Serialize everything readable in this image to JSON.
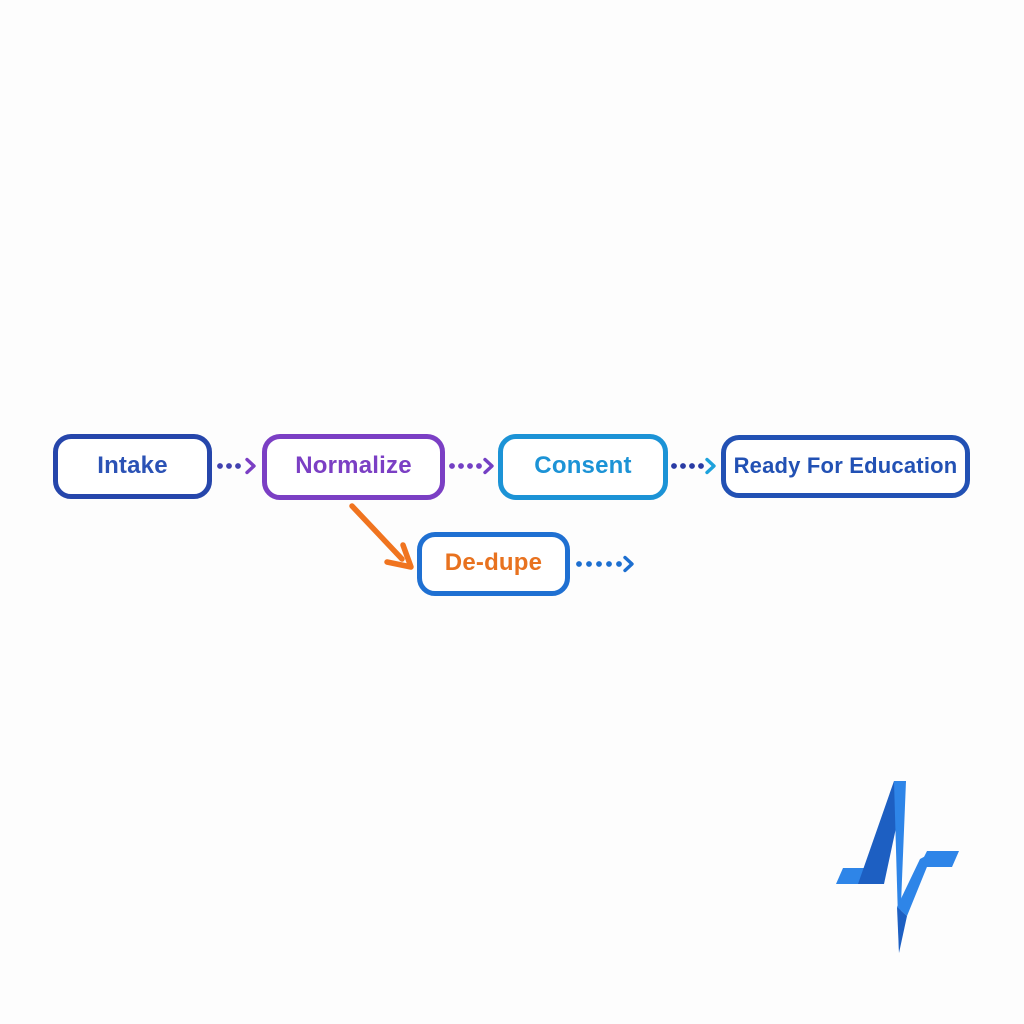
{
  "background": "#fdfdfd",
  "flow": {
    "nodes": [
      {
        "id": "intake",
        "label": "Intake",
        "border_color": "#2646ab",
        "text_color": "#2b52b5"
      },
      {
        "id": "normalize",
        "label": "Normalize",
        "border_color": "#7b3fc4",
        "text_color": "#7b3fc4"
      },
      {
        "id": "consent",
        "label": "Consent",
        "border_color": "#1c93d6",
        "text_color": "#1c93d6"
      },
      {
        "id": "ready-for-education",
        "label": "Ready For Education",
        "border_color": "#2251b4",
        "text_color": "#2251b4"
      },
      {
        "id": "de-dupe",
        "label": "De-dupe",
        "border_color": "#1f70d2",
        "text_color": "#e8721f"
      }
    ],
    "edges": [
      {
        "from": "intake",
        "to": "normalize",
        "style": "dotted-arrow",
        "dot_color": "#4242b0",
        "head_color": "#7b3fc4"
      },
      {
        "from": "normalize",
        "to": "consent",
        "style": "dotted-arrow",
        "dot_color": "#7440c4",
        "head_color": "#7440c4"
      },
      {
        "from": "consent",
        "to": "ready-for-education",
        "style": "dotted-arrow",
        "dot_color": "#2a3ba4",
        "head_color": "#1ea2dc"
      },
      {
        "from": "normalize",
        "to": "de-dupe",
        "style": "solid-arrow",
        "color": "#f0741f"
      },
      {
        "from": "de-dupe",
        "to": "",
        "style": "dotted-arrow",
        "dot_color": "#1d6fd0",
        "head_color": "#1d6fd0"
      }
    ]
  },
  "logo": {
    "name": "pulse-wave-logo",
    "primary_color": "#2e85e8",
    "shade_color": "#1d5fc2"
  }
}
